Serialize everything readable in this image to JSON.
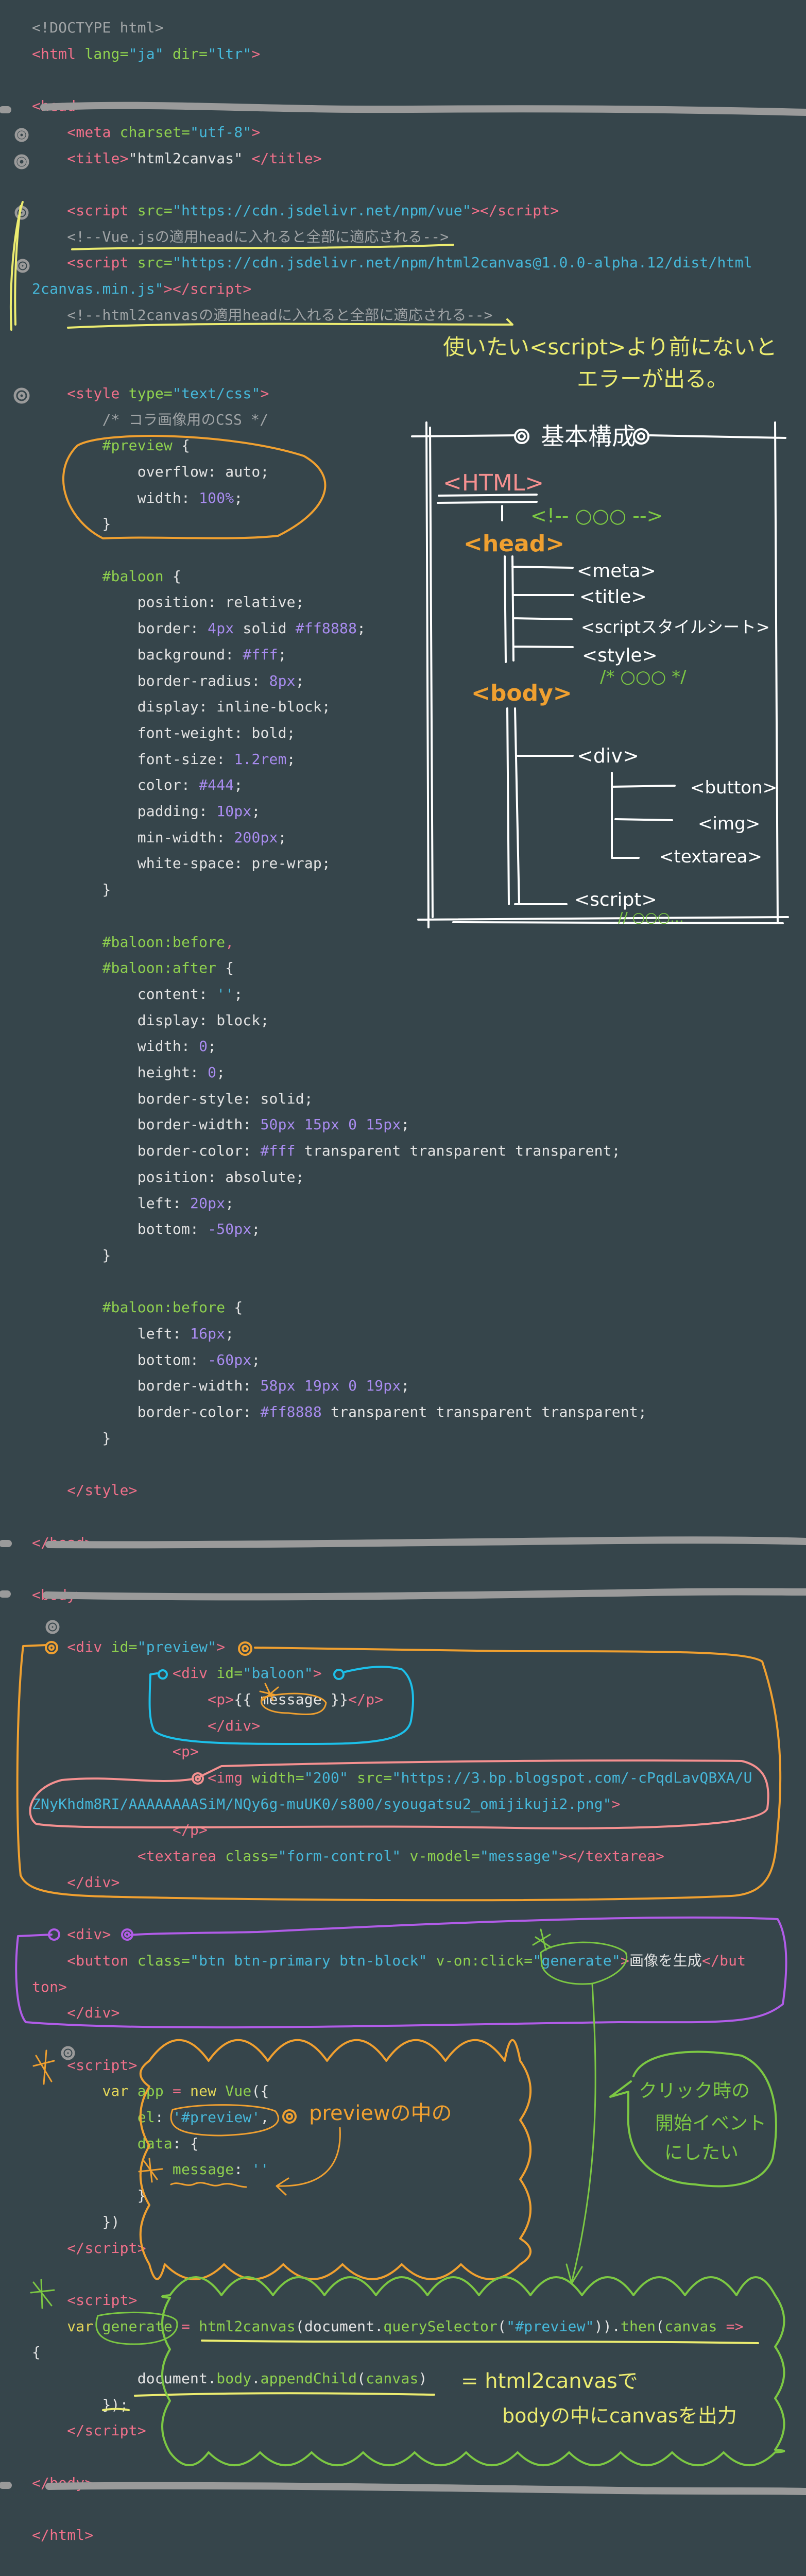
{
  "colors": {
    "background": "#36454b",
    "tag": "#f0708a",
    "attr": "#8fd14f",
    "string": "#46b8da",
    "number": "#a98cf0",
    "comment": "#a0a4a6",
    "keyword": "#e6d85a",
    "note_yellow": "#ecec70",
    "note_orange": "#f0a030",
    "note_green": "#7cc843",
    "note_cyan": "#1cc0ea",
    "note_pink": "#f59090",
    "note_purple": "#b15ce8",
    "marker_gray": "#9a9a9a"
  },
  "code": {
    "lines": [
      [
        [
          "c",
          "<!DOCTYPE html>"
        ]
      ],
      [
        [
          "t",
          "<html "
        ],
        [
          "a",
          "lang="
        ],
        [
          "s",
          "\"ja\""
        ],
        [
          "a",
          " dir="
        ],
        [
          "s",
          "\"ltr\""
        ],
        [
          "t",
          ">"
        ]
      ],
      null,
      [
        [
          "t",
          "<head>"
        ]
      ],
      [
        [
          "w",
          "    "
        ],
        [
          "t",
          "<meta "
        ],
        [
          "a",
          "charset="
        ],
        [
          "s",
          "\"utf-8\""
        ],
        [
          "t",
          ">"
        ]
      ],
      [
        [
          "t",
          "    <title>"
        ],
        [
          "w",
          "\"html2canvas\" "
        ],
        [
          "t",
          "</title>"
        ]
      ],
      null,
      [
        [
          "t",
          "    <script "
        ],
        [
          "a",
          "src="
        ],
        [
          "s",
          "\"https://cdn.jsdelivr.net/npm/vue\""
        ],
        [
          "t",
          "></script>"
        ]
      ],
      [
        [
          "c",
          "    <!--Vue.jsの適用headに入れると全部に適応される-->"
        ]
      ],
      [
        [
          "t",
          "    <script "
        ],
        [
          "a",
          "src="
        ],
        [
          "s",
          "\"https://cdn.jsdelivr.net/npm/html2canvas@1.0.0-alpha.12/dist/html"
        ]
      ],
      [
        [
          "s",
          "2canvas.min.js\""
        ],
        [
          "t",
          "></script>"
        ]
      ],
      [
        [
          "c",
          "    <!--html2canvasの適用headに入れると全部に適応される-->"
        ]
      ],
      null,
      null,
      [
        [
          "t",
          "    <style "
        ],
        [
          "a",
          "type="
        ],
        [
          "s",
          "\"text/css\""
        ],
        [
          "t",
          ">"
        ]
      ],
      [
        [
          "c",
          "        /* コラ画像用のCSS */"
        ]
      ],
      [
        [
          "a",
          "        #preview "
        ],
        [
          "w",
          "{"
        ]
      ],
      [
        [
          "w",
          "            overflow: auto;"
        ]
      ],
      [
        [
          "w",
          "            width: "
        ],
        [
          "n",
          "100%"
        ],
        [
          "w",
          ";"
        ]
      ],
      [
        [
          "w",
          "        }"
        ]
      ],
      null,
      [
        [
          "a",
          "        #baloon "
        ],
        [
          "w",
          "{"
        ]
      ],
      [
        [
          "w",
          "            position: relative;"
        ]
      ],
      [
        [
          "w",
          "            border: "
        ],
        [
          "n",
          "4px"
        ],
        [
          "w",
          " solid "
        ],
        [
          "n",
          "#ff8888"
        ],
        [
          "w",
          ";"
        ]
      ],
      [
        [
          "w",
          "            background: "
        ],
        [
          "n",
          "#fff"
        ],
        [
          "w",
          ";"
        ]
      ],
      [
        [
          "w",
          "            border-radius: "
        ],
        [
          "n",
          "8px"
        ],
        [
          "w",
          ";"
        ]
      ],
      [
        [
          "w",
          "            display: inline-block;"
        ]
      ],
      [
        [
          "w",
          "            font-weight: bold;"
        ]
      ],
      [
        [
          "w",
          "            font-size: "
        ],
        [
          "n",
          "1.2rem"
        ],
        [
          "w",
          ";"
        ]
      ],
      [
        [
          "w",
          "            color: "
        ],
        [
          "n",
          "#444"
        ],
        [
          "w",
          ";"
        ]
      ],
      [
        [
          "w",
          "            padding: "
        ],
        [
          "n",
          "10px"
        ],
        [
          "w",
          ";"
        ]
      ],
      [
        [
          "w",
          "            min-width: "
        ],
        [
          "n",
          "200px"
        ],
        [
          "w",
          ";"
        ]
      ],
      [
        [
          "w",
          "            white-space: pre-wrap;"
        ]
      ],
      [
        [
          "w",
          "        }"
        ]
      ],
      null,
      [
        [
          "a",
          "        #baloon:before"
        ],
        [
          "t",
          ","
        ]
      ],
      [
        [
          "a",
          "        #baloon:after"
        ],
        [
          "w",
          " {"
        ]
      ],
      [
        [
          "w",
          "            content: "
        ],
        [
          "s",
          "''"
        ],
        [
          "w",
          ";"
        ]
      ],
      [
        [
          "w",
          "            display: block;"
        ]
      ],
      [
        [
          "w",
          "            width: "
        ],
        [
          "n",
          "0"
        ],
        [
          "w",
          ";"
        ]
      ],
      [
        [
          "w",
          "            height: "
        ],
        [
          "n",
          "0"
        ],
        [
          "w",
          ";"
        ]
      ],
      [
        [
          "w",
          "            border-style: solid;"
        ]
      ],
      [
        [
          "w",
          "            border-width: "
        ],
        [
          "n",
          "50px 15px 0 15px"
        ],
        [
          "w",
          ";"
        ]
      ],
      [
        [
          "w",
          "            border-color: "
        ],
        [
          "n",
          "#fff"
        ],
        [
          "w",
          " transparent transparent transparent;"
        ]
      ],
      [
        [
          "w",
          "            position: absolute;"
        ]
      ],
      [
        [
          "w",
          "            left: "
        ],
        [
          "n",
          "20px"
        ],
        [
          "w",
          ";"
        ]
      ],
      [
        [
          "w",
          "            bottom: "
        ],
        [
          "n",
          "-50px"
        ],
        [
          "w",
          ";"
        ]
      ],
      [
        [
          "w",
          "        }"
        ]
      ],
      null,
      [
        [
          "a",
          "        #baloon:before "
        ],
        [
          "w",
          "{"
        ]
      ],
      [
        [
          "w",
          "            left: "
        ],
        [
          "n",
          "16px"
        ],
        [
          "w",
          ";"
        ]
      ],
      [
        [
          "w",
          "            bottom: "
        ],
        [
          "n",
          "-60px"
        ],
        [
          "w",
          ";"
        ]
      ],
      [
        [
          "w",
          "            border-width: "
        ],
        [
          "n",
          "58px 19px 0 19px"
        ],
        [
          "w",
          ";"
        ]
      ],
      [
        [
          "w",
          "            border-color: "
        ],
        [
          "n",
          "#ff8888"
        ],
        [
          "w",
          " transparent transparent transparent;"
        ]
      ],
      [
        [
          "w",
          "        }"
        ]
      ],
      null,
      [
        [
          "t",
          "    </style>"
        ]
      ],
      null,
      [
        [
          "t",
          "</head>"
        ]
      ],
      null,
      [
        [
          "t",
          "<body>"
        ]
      ],
      null,
      [
        [
          "t",
          "    <div "
        ],
        [
          "a",
          "id="
        ],
        [
          "s",
          "\"preview\""
        ],
        [
          "t",
          ">"
        ]
      ],
      [
        [
          "t",
          "                <div "
        ],
        [
          "a",
          "id="
        ],
        [
          "s",
          "\"baloon\""
        ],
        [
          "t",
          ">"
        ]
      ],
      [
        [
          "t",
          "                    <p>"
        ],
        [
          "w",
          "{{ message }}"
        ],
        [
          "t",
          "</p>"
        ]
      ],
      [
        [
          "t",
          "                    </div>"
        ]
      ],
      [
        [
          "t",
          "                <p>"
        ]
      ],
      [
        [
          "t",
          "                    <img "
        ],
        [
          "a",
          "width="
        ],
        [
          "s",
          "\"200\""
        ],
        [
          "a",
          " src="
        ],
        [
          "s",
          "\"https://3.bp.blogspot.com/-cPqdLavQBXA/U"
        ]
      ],
      [
        [
          "s",
          "ZNyKhdm8RI/AAAAAAAASiM/NQy6g-muUK0/s800/syougatsu2_omijikuji2.png\""
        ],
        [
          "t",
          ">"
        ]
      ],
      [
        [
          "t",
          "                </p>"
        ]
      ],
      [
        [
          "t",
          "            <textarea "
        ],
        [
          "a",
          "class="
        ],
        [
          "s",
          "\"form-control\""
        ],
        [
          "a",
          " v-model="
        ],
        [
          "s",
          "\"message\""
        ],
        [
          "t",
          "></textarea>"
        ]
      ],
      [
        [
          "t",
          "    </div>"
        ]
      ],
      null,
      [
        [
          "t",
          "    <div>"
        ]
      ],
      [
        [
          "t",
          "    <button "
        ],
        [
          "a",
          "class="
        ],
        [
          "s",
          "\"btn btn-primary btn-block\""
        ],
        [
          "a",
          " v-on:click="
        ],
        [
          "s",
          "\"generate\""
        ],
        [
          "t",
          ">"
        ],
        [
          "w",
          "画像を生成"
        ],
        [
          "t",
          "</but"
        ]
      ],
      [
        [
          "t",
          "ton>"
        ]
      ],
      [
        [
          "t",
          "    </div>"
        ]
      ],
      null,
      [
        [
          "t",
          "    <script>"
        ]
      ],
      [
        [
          "k",
          "        var "
        ],
        [
          "a",
          "app "
        ],
        [
          "t",
          "= "
        ],
        [
          "k",
          "new "
        ],
        [
          "a",
          "Vue"
        ],
        [
          "w",
          "({"
        ]
      ],
      [
        [
          "a",
          "            el"
        ],
        [
          "w",
          ": "
        ],
        [
          "s",
          "'#preview'"
        ],
        [
          "w",
          ","
        ]
      ],
      [
        [
          "a",
          "            data"
        ],
        [
          "w",
          ": {"
        ]
      ],
      [
        [
          "a",
          "                message"
        ],
        [
          "w",
          ": "
        ],
        [
          "s",
          "''"
        ]
      ],
      [
        [
          "w",
          "            }"
        ]
      ],
      [
        [
          "w",
          "        })"
        ]
      ],
      [
        [
          "t",
          "    </script>"
        ]
      ],
      null,
      [
        [
          "t",
          "    <script>"
        ]
      ],
      [
        [
          "k",
          "    var "
        ],
        [
          "a",
          "generate "
        ],
        [
          "t",
          "= "
        ],
        [
          "a",
          "html2canvas"
        ],
        [
          "w",
          "(document."
        ],
        [
          "a",
          "querySelector"
        ],
        [
          "w",
          "("
        ],
        [
          "s",
          "\"#preview\""
        ],
        [
          "w",
          "))."
        ],
        [
          "a",
          "then"
        ],
        [
          "w",
          "("
        ],
        [
          "a",
          "canvas "
        ],
        [
          "t",
          "=>"
        ]
      ],
      [
        [
          "w",
          "{"
        ]
      ],
      [
        [
          "w",
          "            document."
        ],
        [
          "a",
          "body"
        ],
        [
          "w",
          "."
        ],
        [
          "a",
          "appendChild"
        ],
        [
          "w",
          "("
        ],
        [
          "a",
          "canvas"
        ],
        [
          "w",
          ")"
        ]
      ],
      [
        [
          "w",
          "        });"
        ]
      ],
      [
        [
          "t",
          "    </script>"
        ]
      ],
      null,
      [
        [
          "t",
          "</body>"
        ]
      ],
      null,
      [
        [
          "t",
          "</html>"
        ]
      ]
    ]
  },
  "notes": {
    "script_order_1": "使いたい<script>より前にないと",
    "script_order_2": "エラーが出る。",
    "preview_inside": "previewの中の",
    "click_1": "クリック時の",
    "click_2": "開始イベント",
    "click_3": "にしたい",
    "h2c_1": "= html2canvasで",
    "h2c_2": "bodyの中にcanvasを出力"
  },
  "diagram": {
    "title": "基本構成",
    "html": "<HTML>",
    "comment": "<!-- ○○○ -->",
    "head": "<head>",
    "meta": "<meta>",
    "title_tag": "<title>",
    "script_style": "<scriptスタイルシート>",
    "style": "<style>",
    "css_comment": "/* ○○○ */",
    "body": "<body>",
    "div": "<div>",
    "button": "<button>",
    "img": "<img>",
    "textarea": "<textarea>",
    "script": "<script>",
    "js_comment": "// ○○○..."
  }
}
